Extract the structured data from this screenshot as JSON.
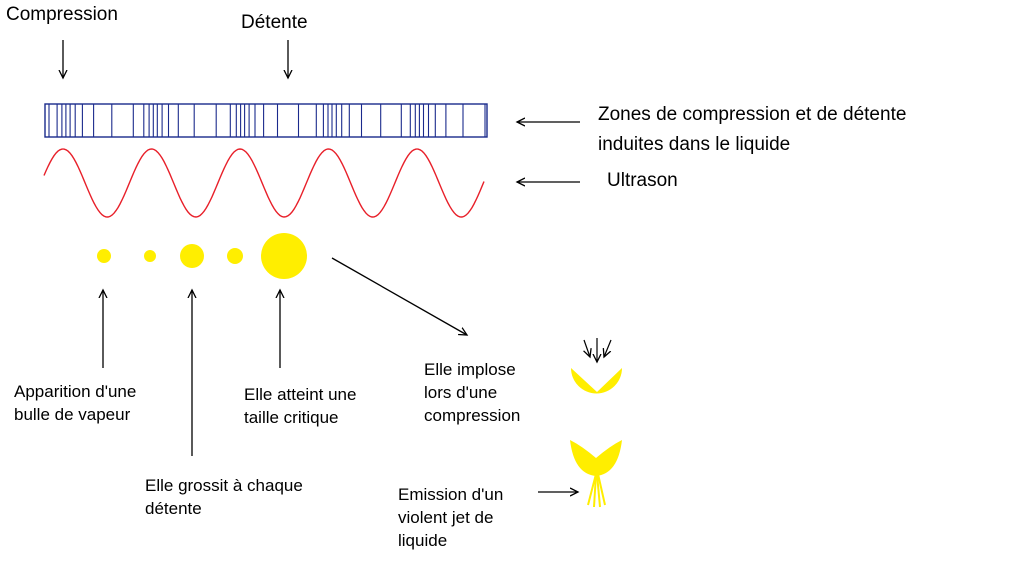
{
  "labels": {
    "compression": "Compression",
    "detente": "Détente",
    "zones": [
      "Zones de compression et de détente",
      "induites dans le liquide"
    ],
    "ultrason": "Ultrason",
    "apparition": [
      "Apparition d'une",
      "bulle de vapeur"
    ],
    "grossit": [
      "Elle grossit à chaque",
      "détente"
    ],
    "atteint": [
      "Elle atteint une",
      "taille critique"
    ],
    "implose": [
      "Elle implose",
      "lors d'une",
      "compression"
    ],
    "emission": [
      "Emission d'un",
      "violent jet de",
      "liquide"
    ]
  },
  "colors": {
    "wave": "#e8202a",
    "band_lines": "#1a2a8c",
    "bubble": "#ffee00",
    "arrows": "#000000"
  }
}
